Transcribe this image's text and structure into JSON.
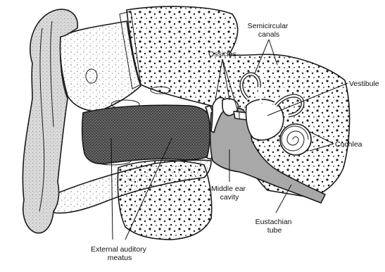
{
  "labels": {
    "semicircular_canals": [
      "Semicircular",
      "canals"
    ],
    "ossicles": "Ossicles",
    "vestibule": "Vestibule",
    "cochlea": "Cochlea",
    "middle_ear_cavity": [
      "Middle ear",
      "cavity"
    ],
    "eustachian_tube": [
      "Eustachian",
      "tube"
    ],
    "external_auditory_meatus": [
      "External auditory",
      "meatus"
    ]
  },
  "colors": {
    "ink": "#111111",
    "bone_fill": "#ffffff",
    "cavity_gray": "#a8a8a8",
    "canal_dark": "#3a3a3a"
  }
}
